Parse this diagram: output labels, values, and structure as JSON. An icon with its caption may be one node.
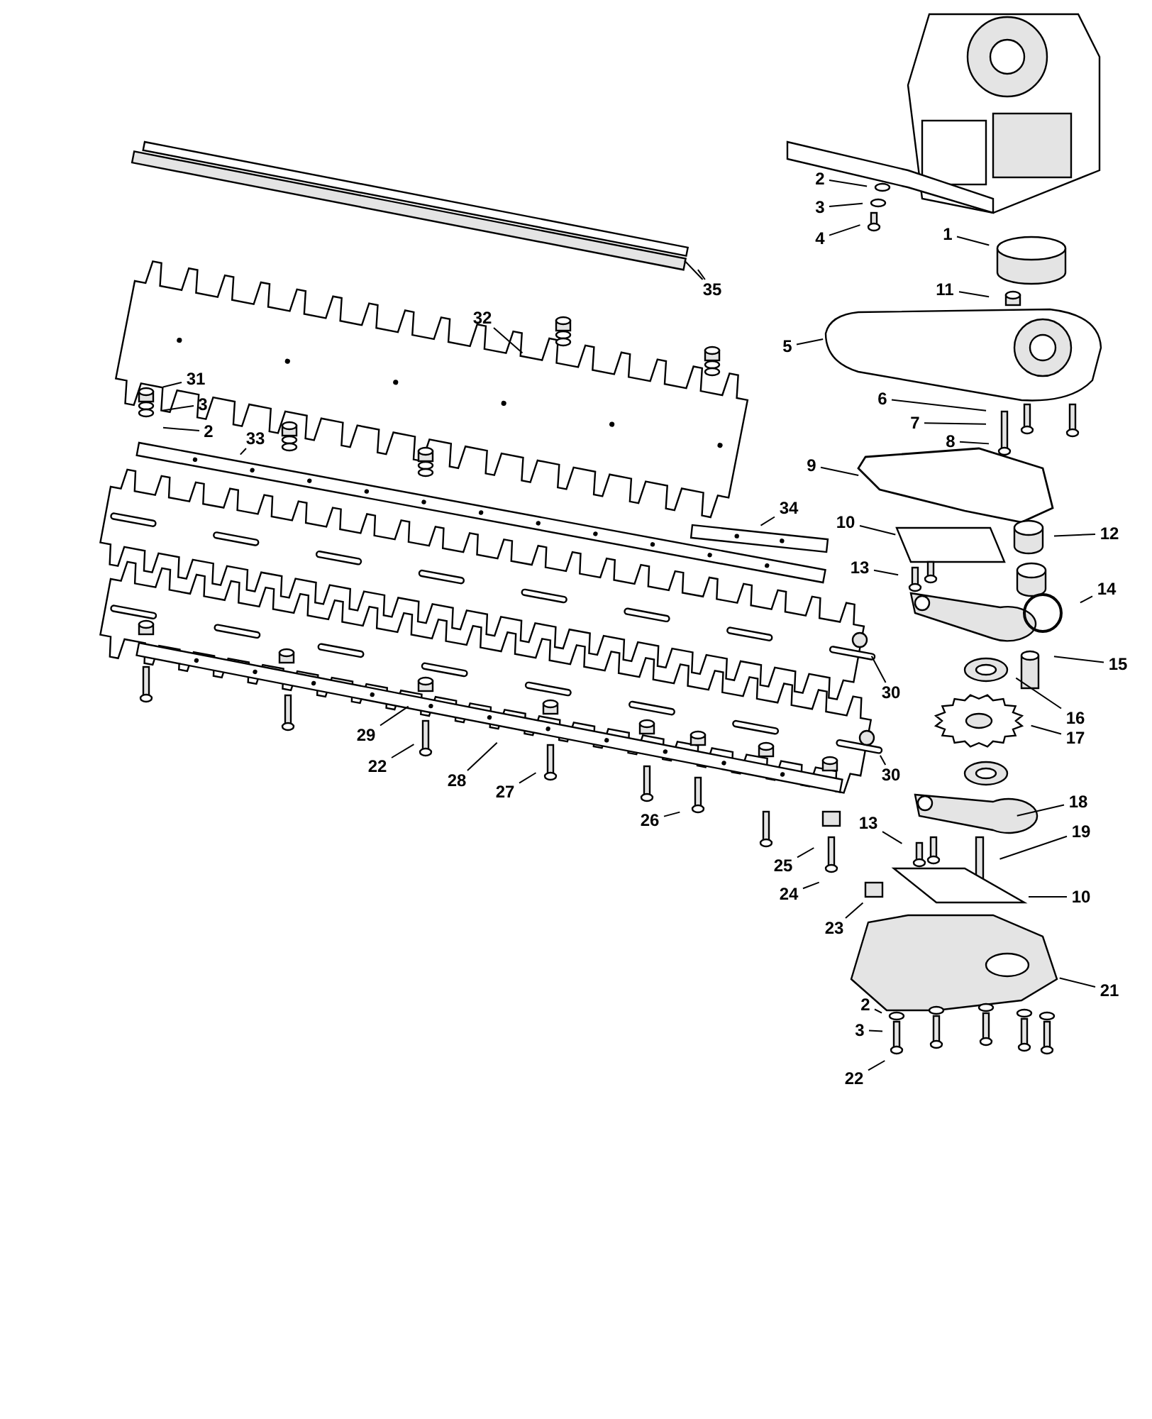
{
  "diagram": {
    "nodes": [
      {
        "text": [
          "2"
        ]
      },
      {
        "text": [
          "3"
        ]
      },
      {
        "text": [
          "1"
        ]
      },
      {
        "text": [
          "4"
        ]
      },
      {
        "text": [
          "35"
        ]
      },
      {
        "text": [
          "11"
        ]
      },
      {
        "text": [
          "32"
        ]
      },
      {
        "text": [
          "5"
        ]
      },
      {
        "text": [
          "31"
        ]
      },
      {
        "text": [
          "6"
        ]
      },
      {
        "text": [
          "3"
        ]
      },
      {
        "text": [
          "7"
        ]
      },
      {
        "text": [
          "2"
        ]
      },
      {
        "text": [
          "33"
        ]
      },
      {
        "text": [
          "8"
        ]
      },
      {
        "text": [
          "9"
        ]
      },
      {
        "text": [
          "34"
        ]
      },
      {
        "text": [
          "10"
        ]
      },
      {
        "text": [
          "12"
        ]
      },
      {
        "text": [
          "13"
        ]
      },
      {
        "text": [
          "14"
        ]
      },
      {
        "text": [
          "15"
        ]
      },
      {
        "text": [
          "30"
        ]
      },
      {
        "text": [
          "16"
        ]
      },
      {
        "text": [
          "29"
        ]
      },
      {
        "text": [
          "17"
        ]
      },
      {
        "text": [
          "22"
        ]
      },
      {
        "text": [
          "30"
        ]
      },
      {
        "text": [
          "28"
        ]
      },
      {
        "text": [
          "27"
        ]
      },
      {
        "text": [
          "18"
        ]
      },
      {
        "text": [
          "26"
        ]
      },
      {
        "text": [
          "13"
        ]
      },
      {
        "text": [
          "19"
        ]
      },
      {
        "text": [
          "25"
        ]
      },
      {
        "text": [
          "24"
        ]
      },
      {
        "text": [
          "10"
        ]
      },
      {
        "text": [
          "23"
        ]
      },
      {
        "text": [
          "21"
        ]
      },
      {
        "text": [
          "2"
        ]
      },
      {
        "text": [
          "3"
        ]
      },
      {
        "text": [
          "22"
        ]
      }
    ],
    "edges": [
      {
        "from": 0,
        "to": null,
        "arrow": "none"
      },
      {
        "from": 1,
        "to": null,
        "arrow": "none"
      },
      {
        "from": 2,
        "to": null,
        "arrow": "none"
      },
      {
        "from": 3,
        "to": null,
        "arrow": "none"
      },
      {
        "from": 4,
        "to": null,
        "arrow": "none"
      },
      {
        "from": 4,
        "to": null,
        "arrow": "none"
      },
      {
        "from": 5,
        "to": null,
        "arrow": "none"
      },
      {
        "from": 6,
        "to": null,
        "arrow": "none"
      },
      {
        "from": 7,
        "to": null,
        "arrow": "none"
      },
      {
        "from": 8,
        "to": null,
        "arrow": "none"
      },
      {
        "from": 9,
        "to": null,
        "arrow": "none"
      },
      {
        "from": 10,
        "to": null,
        "arrow": "none"
      },
      {
        "from": 11,
        "to": null,
        "arrow": "none"
      },
      {
        "from": 12,
        "to": null,
        "arrow": "none"
      },
      {
        "from": 13,
        "to": null,
        "arrow": "none"
      },
      {
        "from": 14,
        "to": null,
        "arrow": "none"
      },
      {
        "from": 15,
        "to": null,
        "arrow": "none"
      },
      {
        "from": 16,
        "to": null,
        "arrow": "none"
      },
      {
        "from": 17,
        "to": null,
        "arrow": "none"
      },
      {
        "from": 18,
        "to": null,
        "arrow": "none"
      },
      {
        "from": 19,
        "to": null,
        "arrow": "none"
      },
      {
        "from": 20,
        "to": null,
        "arrow": "none"
      },
      {
        "from": 21,
        "to": null,
        "arrow": "none"
      },
      {
        "from": 22,
        "to": null,
        "arrow": "none"
      },
      {
        "from": 23,
        "to": null,
        "arrow": "none"
      },
      {
        "from": 24,
        "to": null,
        "arrow": "none"
      },
      {
        "from": 25,
        "to": null,
        "arrow": "none"
      },
      {
        "from": 26,
        "to": null,
        "arrow": "none"
      },
      {
        "from": 27,
        "to": null,
        "arrow": "none"
      },
      {
        "from": 28,
        "to": null,
        "arrow": "none"
      },
      {
        "from": 29,
        "to": null,
        "arrow": "none"
      },
      {
        "from": 30,
        "to": null,
        "arrow": "none"
      },
      {
        "from": 31,
        "to": null,
        "arrow": "none"
      },
      {
        "from": 32,
        "to": null,
        "arrow": "none"
      },
      {
        "from": 33,
        "to": null,
        "arrow": "none"
      },
      {
        "from": 34,
        "to": null,
        "arrow": "none"
      },
      {
        "from": 35,
        "to": null,
        "arrow": "none"
      },
      {
        "from": 36,
        "to": null,
        "arrow": "none"
      },
      {
        "from": 37,
        "to": null,
        "arrow": "none"
      },
      {
        "from": 38,
        "to": null,
        "arrow": "none"
      },
      {
        "from": 39,
        "to": null,
        "arrow": "none"
      },
      {
        "from": 40,
        "to": null,
        "arrow": "none"
      },
      {
        "from": 41,
        "to": null,
        "arrow": "none"
      }
    ]
  }
}
